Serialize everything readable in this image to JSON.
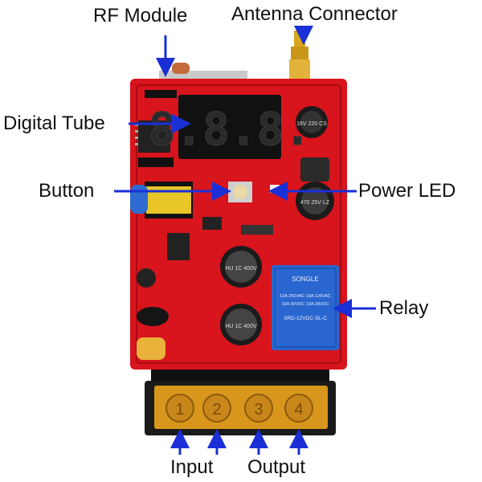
{
  "labels": {
    "rf_module": "RF Module",
    "antenna_connector": "Antenna Connector",
    "digital_tube": "Digital Tube",
    "button": "Button",
    "power_led": "Power LED",
    "relay": "Relay",
    "input": "Input",
    "output": "Output"
  },
  "display": {
    "digits": "8.8.8."
  },
  "capacitors": {
    "cap_top_right": "16V 220 CS",
    "cap_mid_right": "470 25V LZ",
    "cap_hu_top": "HU 1C 400V",
    "cap_hu_bottom": "HU 1C 400V"
  },
  "relay_marking": {
    "brand": "SONGLE",
    "line1": "10A 250VAC 10A 125VAC",
    "line2": "10A 30VDC 10A 28VDC",
    "model": "SRD-12VDC-SL-C"
  },
  "terminals": [
    "1",
    "2",
    "3",
    "4"
  ],
  "colors": {
    "pcb": "#d8141c",
    "pcb_dark": "#a80c12",
    "arrow": "#1a2fd6",
    "relay": "#2a66d0",
    "terminal_cover": "#e8a21c",
    "terminal_block": "#1a1a1a"
  }
}
